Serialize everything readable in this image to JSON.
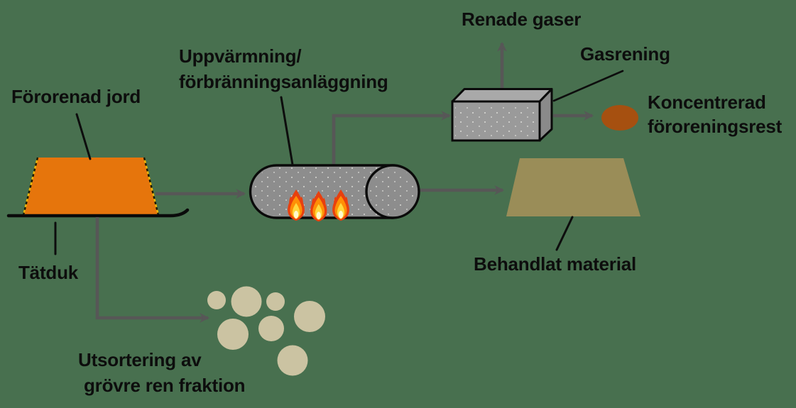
{
  "diagram": {
    "subject": "soil-thermal-treatment-process",
    "labels": {
      "contaminated_soil": "Förorenad jord",
      "sealing_liner": "Tätduk",
      "heating_line1": "Uppvärmning/",
      "heating_line2": "förbränningsanläggning",
      "cleaned_gases": "Renade gaser",
      "gas_cleaning": "Gasrening",
      "concentrated_residue_line1": "Koncentrerad",
      "concentrated_residue_line2": "föroreningsrest",
      "treated_material": "Behandlat material",
      "sorting_line1": "Utsortering av",
      "sorting_line2": "grövre ren fraktion"
    },
    "colors": {
      "background": "#48704F",
      "contaminated_soil_fill": "#E6750C",
      "soil_edge_dash": "#E8B50A",
      "treated_material_fill": "#9A8D58",
      "residue_fill": "#A65010",
      "clean_fraction_fill": "#CBC3A2",
      "equipment_gray": "#8D8D8D",
      "box_top_gray": "#A9A9A9",
      "box_front_gray": "#9A9A9A",
      "box_side_gray": "#8A8A8A",
      "arrow_gray": "#575757",
      "outline_black": "#0a0a0a",
      "flame_outer": "#E8400E",
      "flame_mid": "#FF8F06",
      "flame_inner": "#FFD83D",
      "flame_core": "#FFFBCE",
      "text_color": "#0d0d0d"
    }
  }
}
